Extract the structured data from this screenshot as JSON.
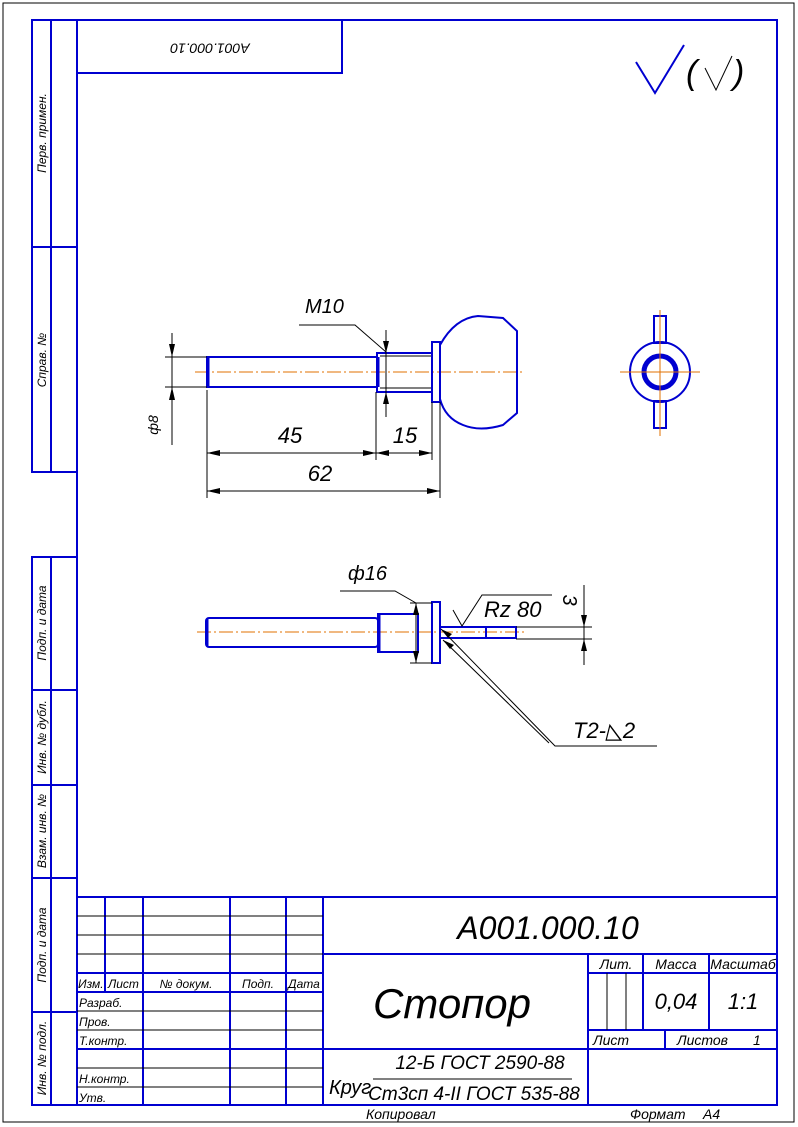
{
  "drawing": {
    "designation": "А001.000.10",
    "designation_mirrored": "А001.000.10",
    "part_name": "Стопор",
    "mass": "0,04",
    "scale": "1:1",
    "sheets_total": "1",
    "material": {
      "prefix": "Круг",
      "numerator": "12-Б ГОСТ 2590-88",
      "denominator": "Ст3сп 4-II ГОСТ 535-88"
    },
    "format_label": "Формат",
    "format_value": "А4",
    "copied_label": "Копировал"
  },
  "title_block": {
    "headers": [
      "Изм.",
      "Лист",
      "№ докум.",
      "Подп.",
      "Дата"
    ],
    "roles": [
      "Разраб.",
      "Пров.",
      "Т.контр.",
      "",
      "Н.контр.",
      "Утв."
    ],
    "lit_label": "Лит.",
    "mass_label": "Масса",
    "scale_label": "Масштаб",
    "sheet_label": "Лист",
    "sheets_label": "Листов"
  },
  "side_strip": [
    "Перв. примен.",
    "Справ. №",
    "Подп. и дата",
    "Инв. № дубл.",
    "Взам. инв. №",
    "Подп. и дата",
    "Инв. № подл."
  ],
  "dimensions": {
    "diameter_shaft": "ф8",
    "thread": "M10",
    "len_shaft": "45",
    "len_thread": "15",
    "len_total": "62",
    "diameter_flange": "ф16",
    "roughness": "Rz 80",
    "pin_offset": "3",
    "weld_note": "Т2-◺2"
  },
  "colors": {
    "line": "#0000d0",
    "axis": "#e07000",
    "annotation": "#000000"
  }
}
